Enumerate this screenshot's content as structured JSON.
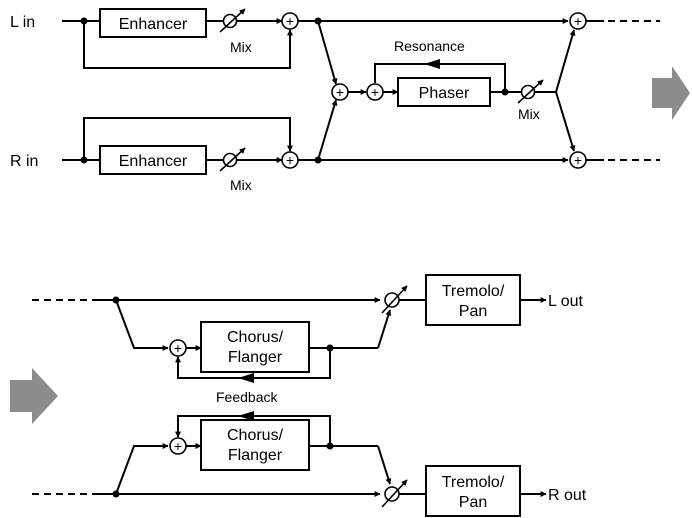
{
  "top": {
    "l_in": "L in",
    "r_in": "R in",
    "enhancer_l": "Enhancer",
    "enhancer_r": "Enhancer",
    "mix_l": "Mix",
    "mix_r": "Mix",
    "resonance": "Resonance",
    "phaser": "Phaser",
    "mix_phaser": "Mix"
  },
  "bottom": {
    "chorus_1a": "Chorus/",
    "chorus_1b": "Flanger",
    "chorus_2a": "Chorus/",
    "chorus_2b": "Flanger",
    "feedback": "Feedback",
    "tremolo_1a": "Tremolo/",
    "tremolo_1b": "Pan",
    "tremolo_2a": "Tremolo/",
    "tremolo_2b": "Pan",
    "l_out": "L out",
    "r_out": "R out"
  },
  "colors": {
    "arrow_block": "#8c8c8c",
    "line": "#000000"
  }
}
